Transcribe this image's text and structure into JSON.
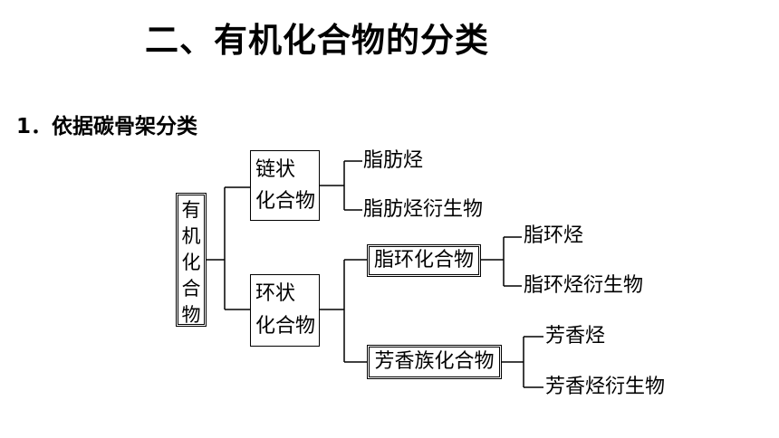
{
  "title": "二、有机化合物的分类",
  "subtitle": "1．依据碳骨架分类",
  "tree": {
    "root": [
      "有",
      "机",
      "化",
      "合",
      "物"
    ],
    "chain": {
      "line1": "链状",
      "line2": "化合物",
      "children": [
        "脂肪烃",
        "脂肪烃衍生物"
      ]
    },
    "ring": {
      "line1": "环状",
      "line2": "化合物",
      "alicyclic": {
        "label": "脂环化合物",
        "children": [
          "脂环烃",
          "脂环烃衍生物"
        ]
      },
      "aromatic": {
        "label": "芳香族化合物",
        "children": [
          "芳香烃",
          "芳香烃衍生物"
        ]
      }
    }
  }
}
